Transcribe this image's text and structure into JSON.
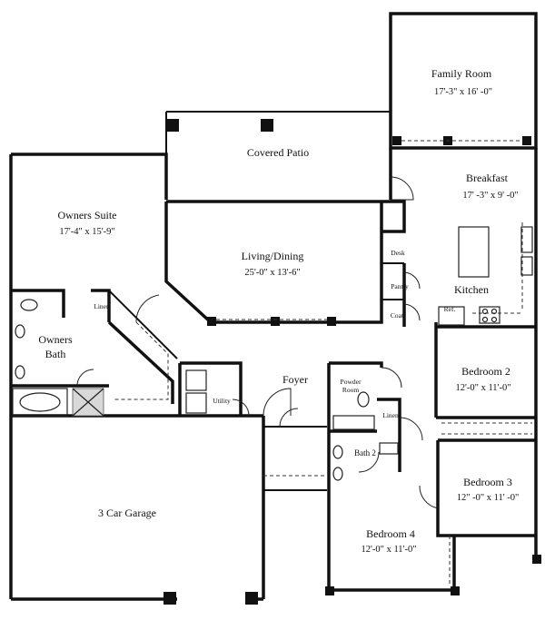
{
  "rooms": {
    "family_room": {
      "name": "Family Room",
      "dims": "17'-3\" x 16' -0\""
    },
    "breakfast": {
      "name": "Breakfast",
      "dims": "17' -3\" x 9' -0\""
    },
    "covered_patio": {
      "name": "Covered Patio"
    },
    "owners_suite": {
      "name": "Owners Suite",
      "dims": "17'-4\" x 15'-9\""
    },
    "living_dining": {
      "name": "Living/Dining",
      "dims": "25'-0\" x 13'-6\""
    },
    "kitchen": {
      "name": "Kitchen"
    },
    "desk": {
      "name": "Desk"
    },
    "pantry": {
      "name": "Pantry"
    },
    "coat": {
      "name": "Coat"
    },
    "ref": {
      "name": "Ref."
    },
    "linen_owner": {
      "name": "Linen"
    },
    "owners_bath": {
      "name_line1": "Owners",
      "name_line2": "Bath"
    },
    "utility": {
      "name": "Utility"
    },
    "foyer": {
      "name": "Foyer"
    },
    "powder_room": {
      "name_line1": "Powder",
      "name_line2": "Room"
    },
    "linen_hall": {
      "name": "Linen"
    },
    "bath2": {
      "name": "Bath 2"
    },
    "bedroom2": {
      "name": "Bedroom 2",
      "dims": "12'-0\" x 11'-0\""
    },
    "bedroom3": {
      "name": "Bedroom 3",
      "dims": "12\" -0\" x 11' -0\""
    },
    "bedroom4": {
      "name": "Bedroom 4",
      "dims": "12'-0\" x 11'-0\""
    },
    "garage": {
      "name": "3 Car Garage"
    }
  }
}
